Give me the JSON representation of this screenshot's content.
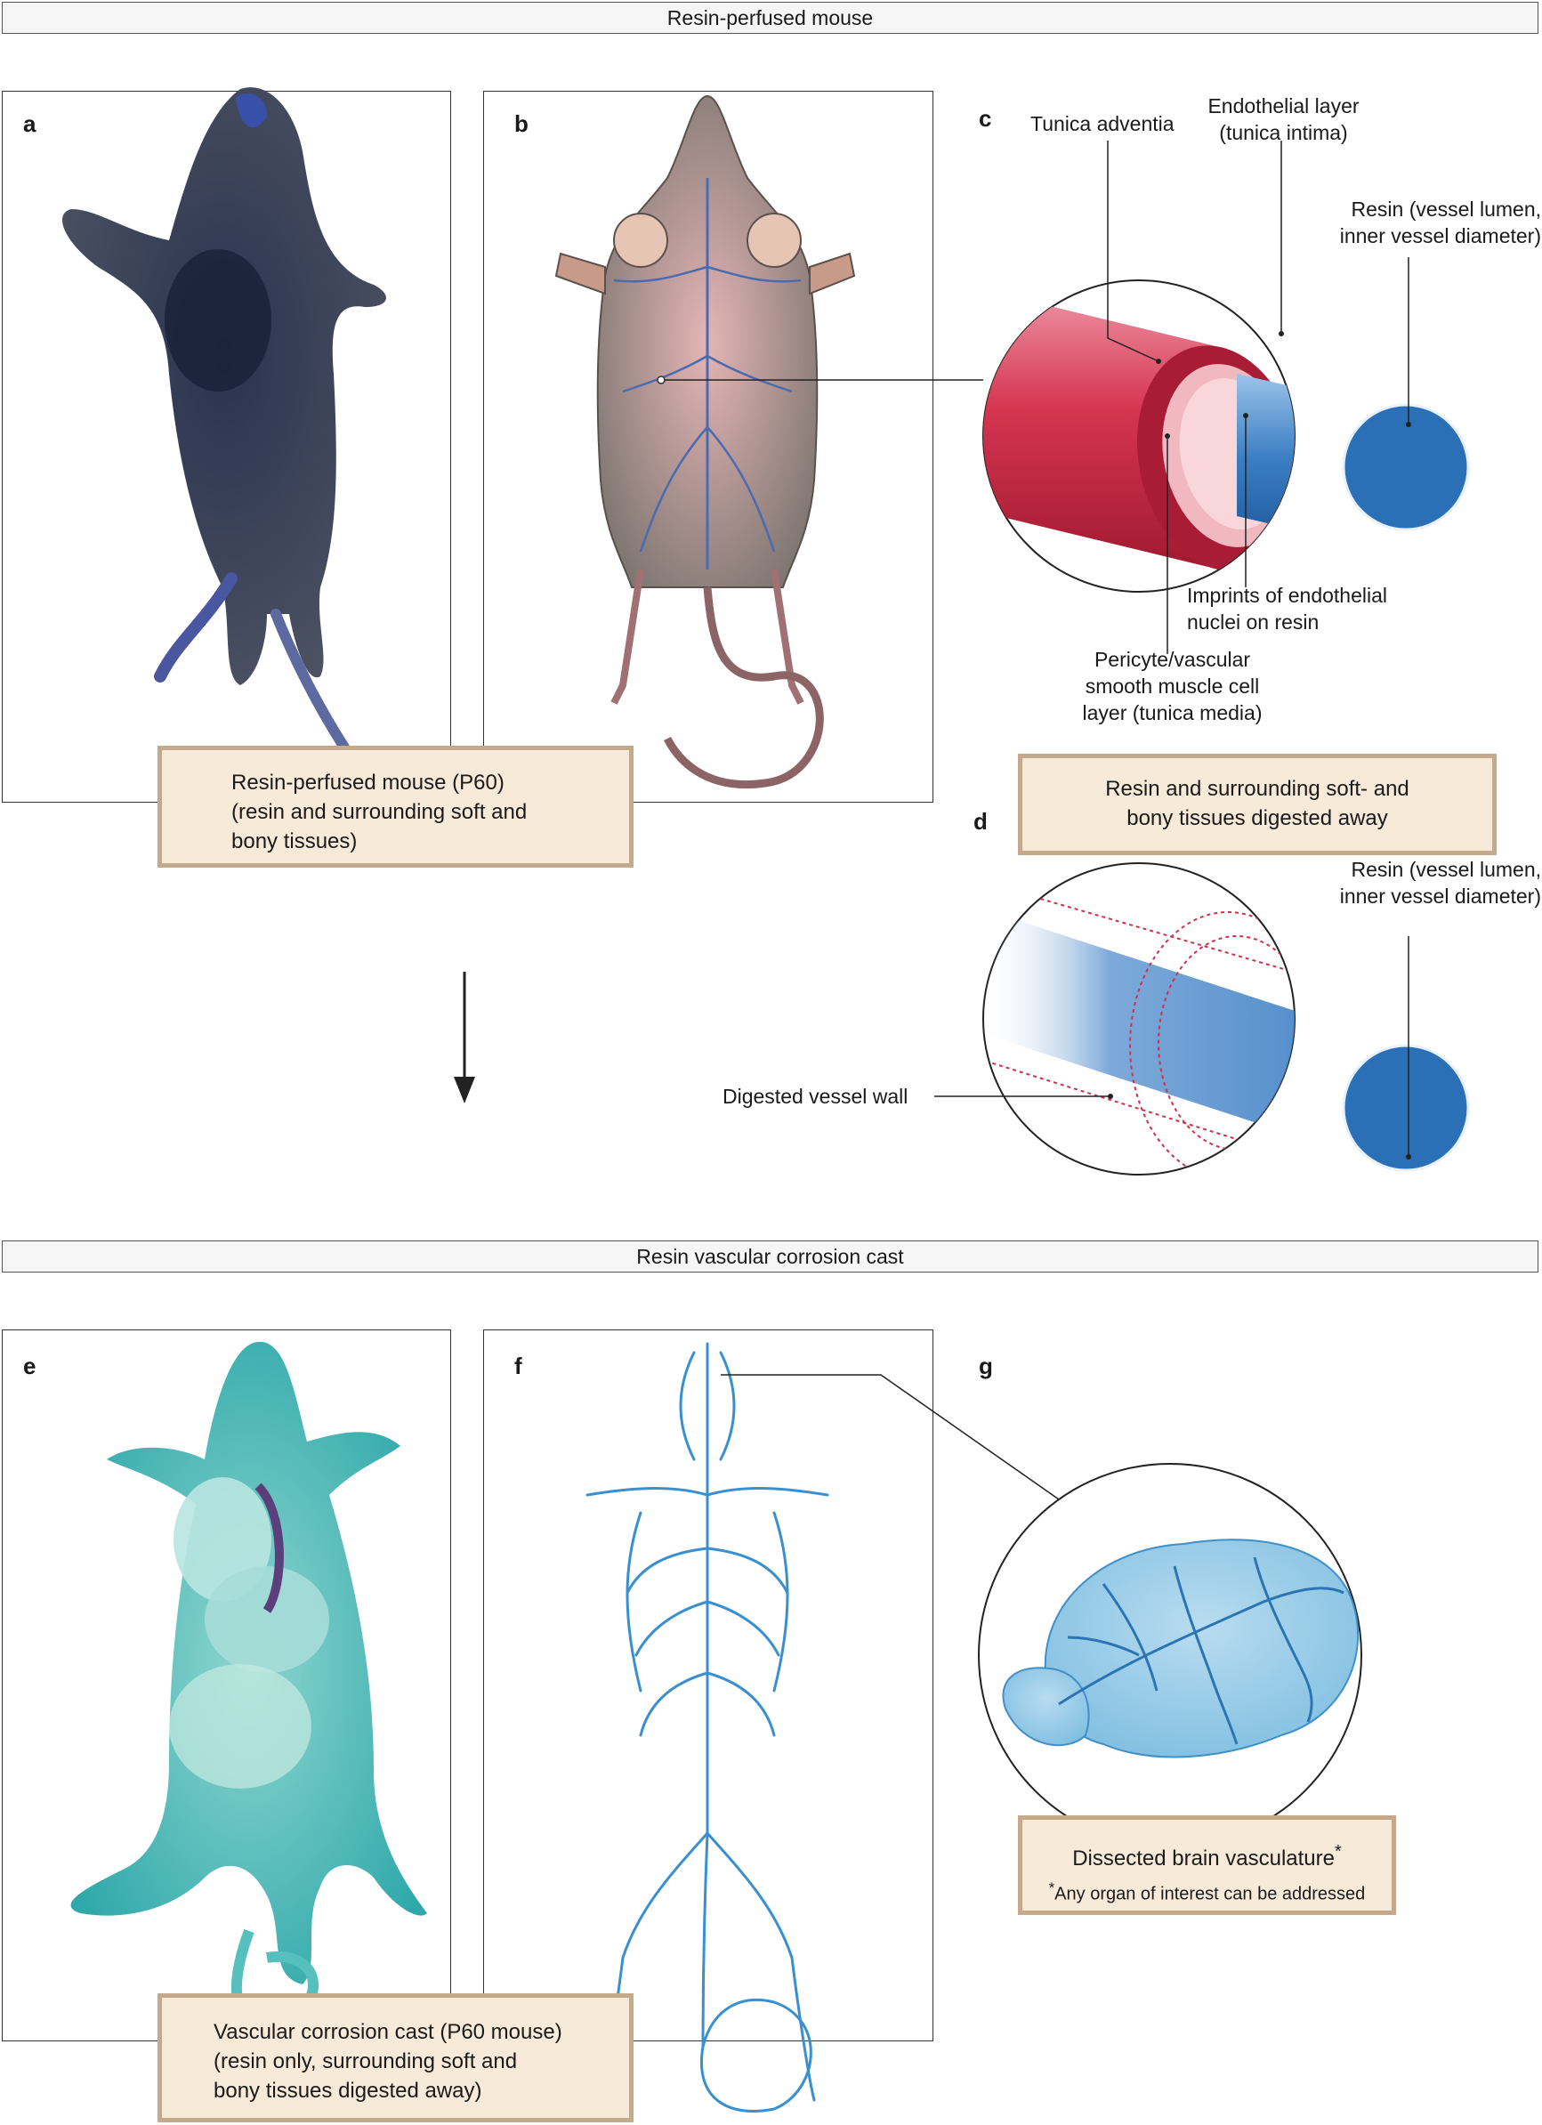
{
  "banners": {
    "top": "Resin-perfused mouse",
    "middle": "Resin vascular corrosion cast"
  },
  "panels": {
    "a": "a",
    "b": "b",
    "c": "c",
    "d": "d",
    "e": "e",
    "f": "f",
    "g": "g"
  },
  "callouts": {
    "perfused": [
      "Resin-perfused mouse (P60)",
      "(resin and surrounding soft and",
      "bony tissues)"
    ],
    "digested": [
      "Resin and surrounding soft- and",
      "bony tissues digested away"
    ],
    "cast": [
      "Vascular corrosion cast (P60 mouse)",
      "(resin only, surrounding soft and",
      "bony tissues digested away)"
    ],
    "brain_title": "Dissected brain vasculature",
    "brain_star": "*",
    "brain_note_star": "*",
    "brain_note": "Any organ of interest can be addressed"
  },
  "labels_c": {
    "tunica_adventia": "Tunica adventia",
    "endothelial_1": "Endothelial layer",
    "endothelial_2": "(tunica intima)",
    "resin_1": "Resin (vessel lumen,",
    "resin_2": "inner vessel diameter)",
    "imprints_1": "Imprints of endothelial",
    "imprints_2": "nuclei on resin",
    "pericyte_1": "Pericyte/vascular",
    "pericyte_2": "smooth muscle cell",
    "pericyte_3": "layer (tunica media)"
  },
  "labels_d": {
    "resin_1": "Resin (vessel lumen,",
    "resin_2": "inner vessel diameter)",
    "digested": "Digested vessel wall"
  },
  "colors": {
    "resin_blue": "#2f74bb",
    "vessel_red": "#d0314a",
    "cast_cyan": "#3fb5b5",
    "callout_fill": "#f7ead8",
    "callout_border": "#c4a98a",
    "vessel_line_blue": "#3a8fd0"
  }
}
